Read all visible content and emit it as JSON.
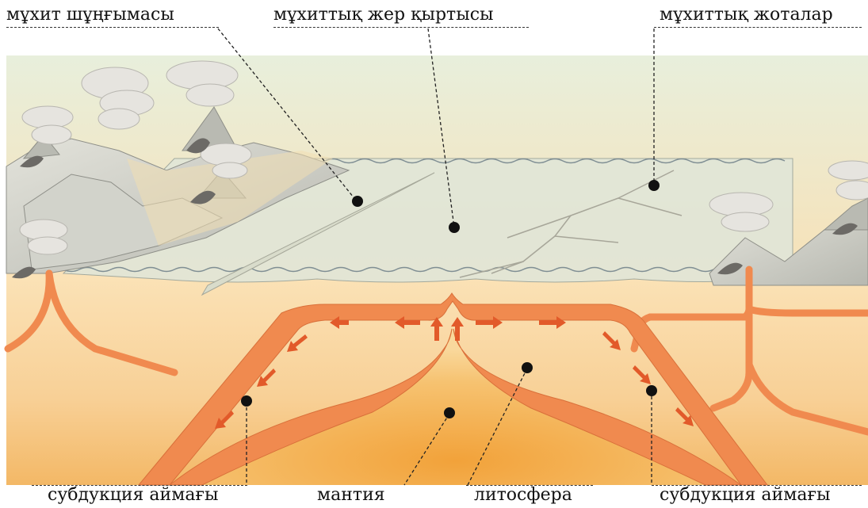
{
  "labels": {
    "ocean_trench": "мұхит шұңғымасы",
    "oceanic_crust": "мұхиттық жер қыртысы",
    "ocean_ridges": "мұхиттық жоталар",
    "subduction_left": "субдукция аймағы",
    "mantle": "мантия",
    "lithosphere": "литосфера",
    "subduction_right": "субдукция аймағы"
  },
  "colors": {
    "sky_top": "#e9f0dc",
    "sky_bottom": "#f7e2b8",
    "water": "#dfe6dc",
    "mantle_light": "#f9d9a6",
    "mantle_deep": "#f2a23c",
    "plate": "#f08a4f",
    "plate_edge": "#d96a34",
    "arrow": "#e25a2a",
    "mountain": "#c9c9c2",
    "smoke": "#e8e6e2",
    "dot": "#111111"
  }
}
